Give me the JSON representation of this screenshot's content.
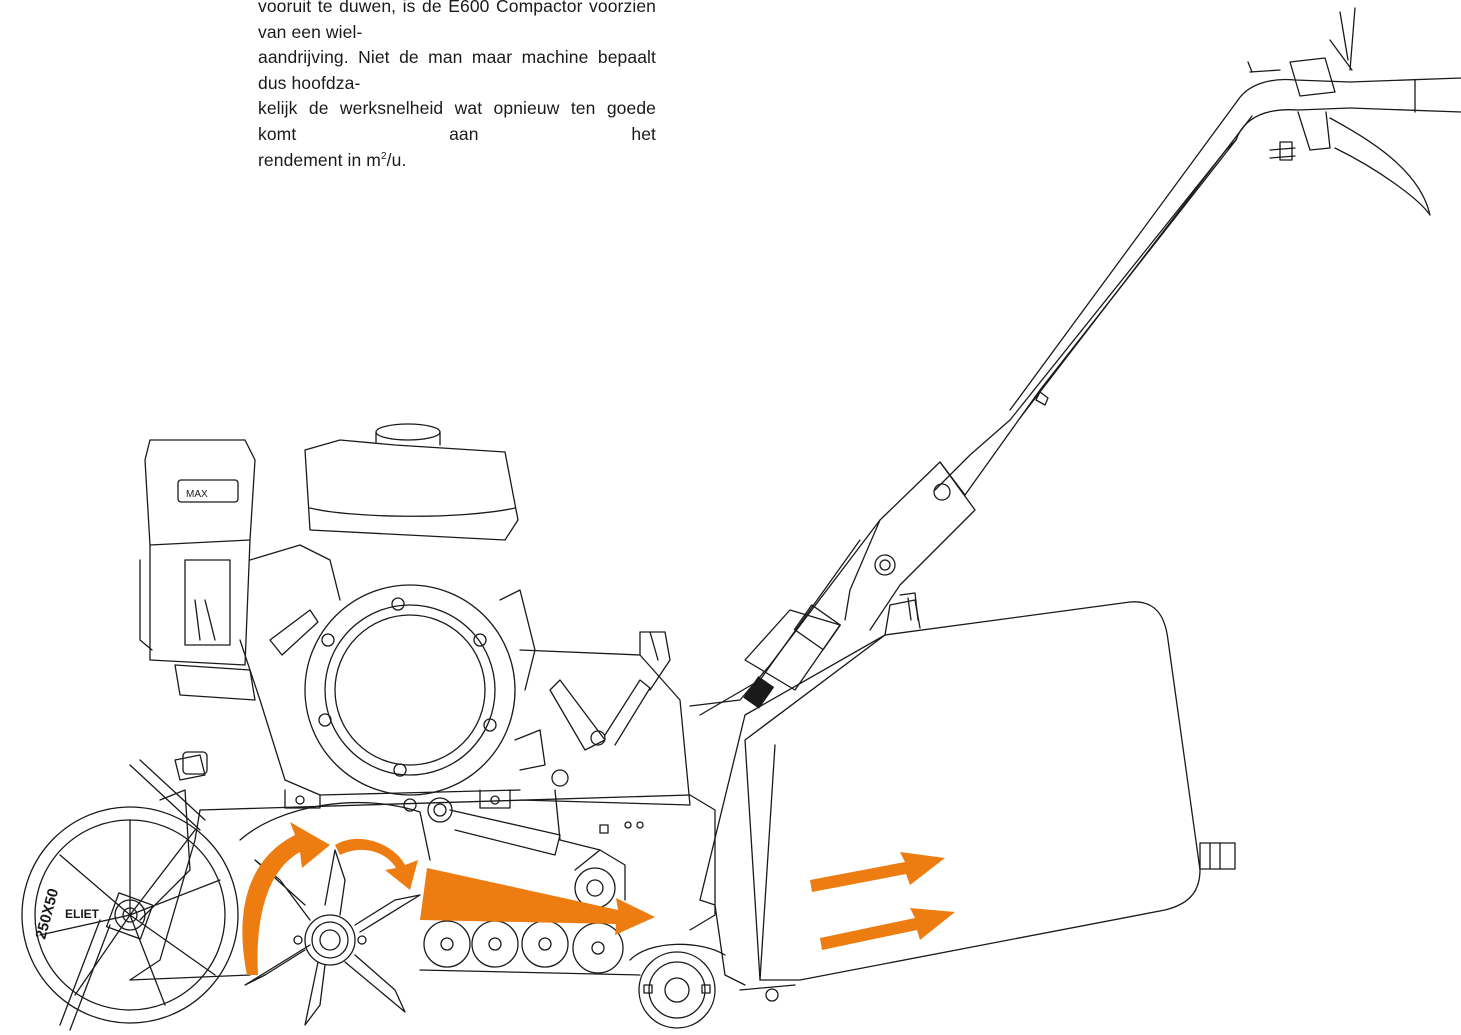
{
  "text": {
    "line1": "vooruit te duwen, is de E600 Compactor voorzien van een wiel-",
    "line2": "aandrijving. Niet de man maar machine bepaalt dus hoofdza-",
    "line3": "kelijk de werksnelheid wat opnieuw ten goede komt aan het",
    "line4_pre": "rendement in m",
    "line4_sup": "2",
    "line4_post": "/u."
  },
  "machine_labels": {
    "wheel_size": "250X50",
    "brand_on_wheel": "ELIET",
    "engine_plate": "MAX"
  },
  "colors": {
    "line": "#1a1a1a",
    "arrow": "#ee7d11",
    "background": "#ffffff"
  }
}
